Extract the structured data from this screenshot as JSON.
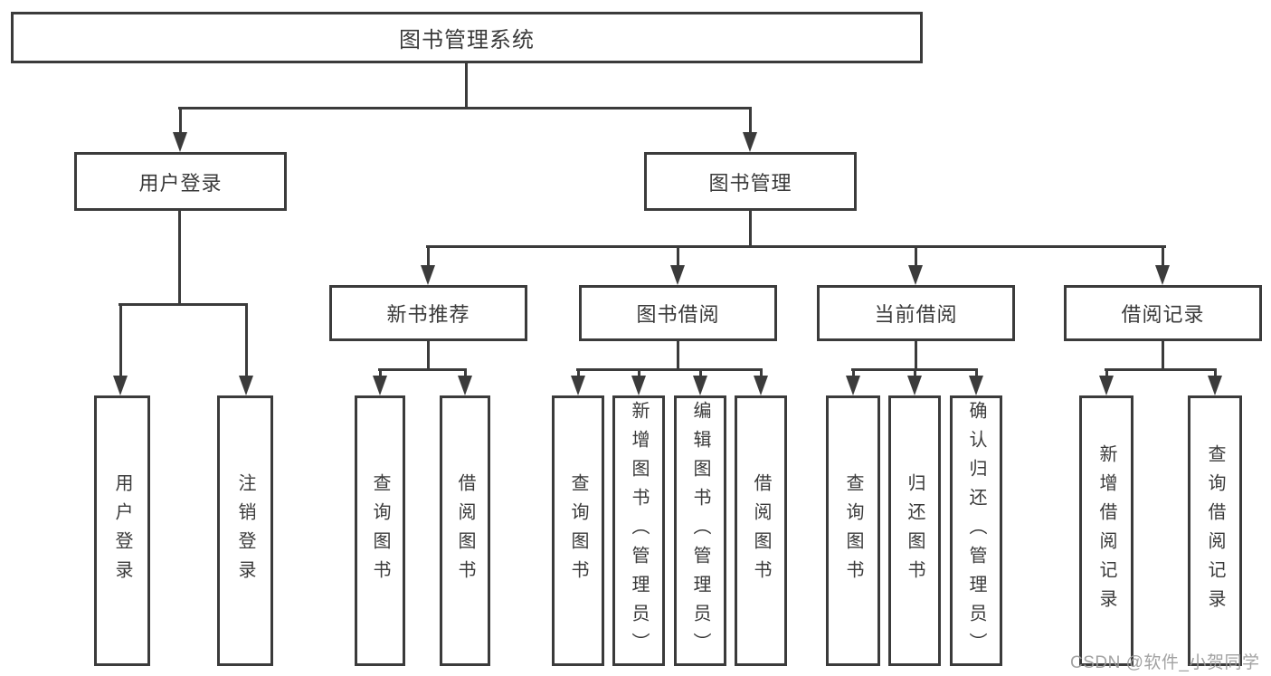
{
  "colors": {
    "line": "#3b3b3b",
    "text": "#3a3a3a",
    "background": "#ffffff",
    "watermark": "#9b9b9b"
  },
  "watermark": {
    "text": "CSDN @软件_小贺同学"
  },
  "tree": {
    "root": {
      "label": "图书管理系统"
    },
    "branches": [
      {
        "label": "用户登录",
        "leaves": [
          "用户登录",
          "注销登录"
        ]
      },
      {
        "label": "图书管理",
        "groups": [
          {
            "label": "新书推荐",
            "leaves": [
              "查询图书",
              "借阅图书"
            ]
          },
          {
            "label": "图书借阅",
            "leaves": [
              "查询图书",
              "新增图书（管理员）",
              "编辑图书（管理员）",
              "借阅图书"
            ]
          },
          {
            "label": "当前借阅",
            "leaves": [
              "查询图书",
              "归还图书",
              "确认归还（管理员）"
            ]
          },
          {
            "label": "借阅记录",
            "leaves": [
              "新增借阅记录",
              "查询借阅记录"
            ]
          }
        ]
      }
    ]
  }
}
